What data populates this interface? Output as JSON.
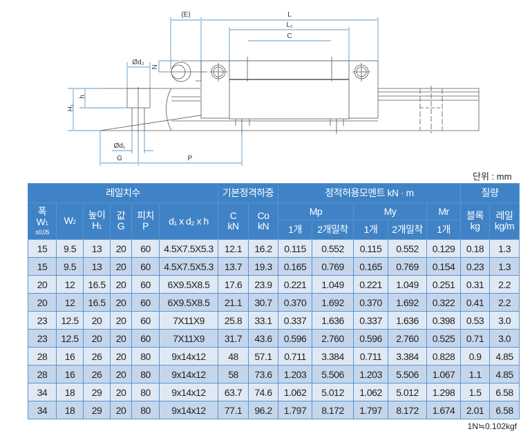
{
  "drawing": {
    "labels": {
      "E": "(E)",
      "L": "L",
      "L1": "L₁",
      "C": "C",
      "N": "N",
      "d2": "Ød₂",
      "d1": "Ød₁",
      "h": "h",
      "H1": "H₁",
      "G": "G",
      "P": "P"
    }
  },
  "unit": "단위 : mm",
  "footnote": "1N≒0.102kgf",
  "table": {
    "groups": {
      "rail": "레일치수",
      "load": "기본정격하중",
      "moment": "정적허용모멘트 kN · m",
      "mass": "질량"
    },
    "headers": {
      "w1_top": "폭",
      "w1": "W",
      "w1_sub": "1",
      "w1_tol": "±0,05",
      "w2": "W",
      "w2_sub": "2",
      "h1_top": "높이",
      "h1": "H",
      "h1_sub": "1",
      "g_top": "값",
      "g": "G",
      "p_top": "피치",
      "p": "P",
      "d": "d₁ x d₂ x h",
      "c": "C",
      "c_unit": "kN",
      "co": "Co",
      "co_unit": "kN",
      "mp": "Mp",
      "my": "My",
      "mr": "Mr",
      "one": "1개",
      "two": "2개밀착",
      "block": "블록",
      "block_unit": "kg",
      "rail": "레일",
      "rail_unit": "kg/m"
    },
    "rows": [
      [
        "15",
        "9.5",
        "13",
        "20",
        "60",
        "4.5X7.5X5.3",
        "12.1",
        "16.2",
        "0.115",
        "0.552",
        "0.115",
        "0.552",
        "0.129",
        "0.18",
        "1.3"
      ],
      [
        "15",
        "9.5",
        "13",
        "20",
        "60",
        "4.5X7.5X5.3",
        "13.7",
        "19.3",
        "0.165",
        "0.769",
        "0.165",
        "0.769",
        "0.154",
        "0.23",
        "1.3"
      ],
      [
        "20",
        "12",
        "16.5",
        "20",
        "60",
        "6X9.5X8.5",
        "17.6",
        "23.9",
        "0.221",
        "1.049",
        "0.221",
        "1.049",
        "0.251",
        "0.31",
        "2.2"
      ],
      [
        "20",
        "12",
        "16.5",
        "20",
        "60",
        "6X9.5X8.5",
        "21.1",
        "30.7",
        "0.370",
        "1.692",
        "0.370",
        "1.692",
        "0.322",
        "0.41",
        "2.2"
      ],
      [
        "23",
        "12.5",
        "20",
        "20",
        "60",
        "7X11X9",
        "25.8",
        "33.1",
        "0.337",
        "1.636",
        "0.337",
        "1.636",
        "0.398",
        "0.53",
        "3.0"
      ],
      [
        "23",
        "12.5",
        "20",
        "20",
        "60",
        "7X11X9",
        "31.7",
        "43.6",
        "0.596",
        "2.760",
        "0.596",
        "2.760",
        "0.525",
        "0.71",
        "3.0"
      ],
      [
        "28",
        "16",
        "26",
        "20",
        "80",
        "9x14x12",
        "48",
        "57.1",
        "0.711",
        "3.384",
        "0.711",
        "3.384",
        "0.828",
        "0.9",
        "4.85"
      ],
      [
        "28",
        "16",
        "26",
        "20",
        "80",
        "9x14x12",
        "58",
        "73.6",
        "1.203",
        "5.506",
        "1.203",
        "5.506",
        "1.067",
        "1.1",
        "4.85"
      ],
      [
        "34",
        "18",
        "29",
        "20",
        "80",
        "9x14x12",
        "63.7",
        "74.6",
        "1.062",
        "5.012",
        "1.062",
        "5.012",
        "1.298",
        "1.5",
        "6.58"
      ],
      [
        "34",
        "18",
        "29",
        "20",
        "80",
        "9x14x12",
        "77.1",
        "96.2",
        "1.797",
        "8.172",
        "1.797",
        "8.172",
        "1.674",
        "2.01",
        "6.58"
      ]
    ]
  }
}
